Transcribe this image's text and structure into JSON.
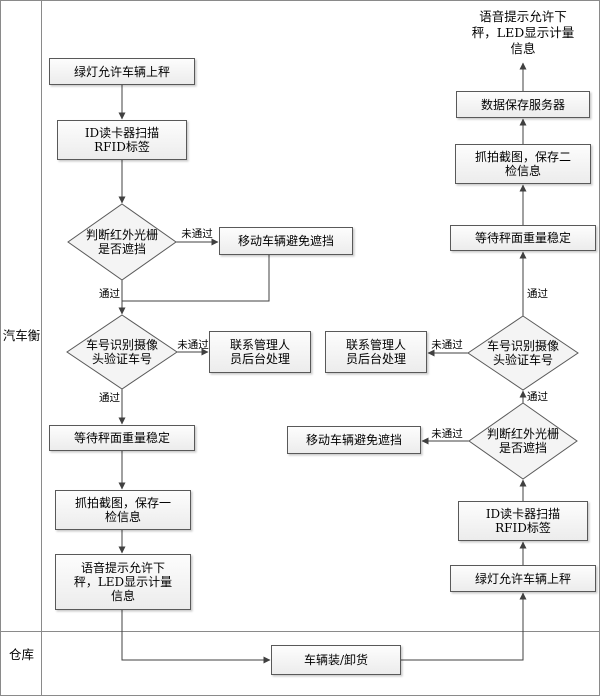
{
  "diagram": {
    "lanes": {
      "scale_label": "汽车衡",
      "warehouse_label": "仓库"
    },
    "edge_labels": {
      "pass": "通过",
      "fail": "未通过"
    },
    "left": {
      "green_light": "绿灯允许车辆上秤",
      "rfid_1": "ID读卡器扫描",
      "rfid_2": "RFID标签",
      "ir_1": "判断红外光栅",
      "ir_2": "是否遮挡",
      "move_vehicle": "移动车辆避免遮挡",
      "plate_1": "车号识别摄像",
      "plate_2": "头验证车号",
      "contact_1": "联系管理人",
      "contact_2": "员后台处理",
      "wait_stable": "等待秤面重量稳定",
      "snapshot_1": "抓拍截图，保存一",
      "snapshot_2": "检信息",
      "voice_1": "语音提示允许下",
      "voice_2": "秤，LED显示计量",
      "voice_3": "信息"
    },
    "right": {
      "voice_1": "语音提示允许下",
      "voice_2": "秤，LED显示计量",
      "voice_3": "信息",
      "data_server": "数据保存服务器",
      "snapshot_1": "抓拍截图，保存二",
      "snapshot_2": "检信息",
      "wait_stable": "等待秤面重量稳定",
      "plate_1": "车号识别摄像",
      "plate_2": "头验证车号",
      "contact_1": "联系管理人",
      "contact_2": "员后台处理",
      "ir_1": "判断红外光栅",
      "ir_2": "是否遮挡",
      "move_vehicle": "移动车辆避免遮挡",
      "rfid_1": "ID读卡器扫描",
      "rfid_2": "RFID标签",
      "green_light": "绿灯允许车辆上秤"
    },
    "warehouse": {
      "loading": "车辆装/卸货"
    }
  }
}
